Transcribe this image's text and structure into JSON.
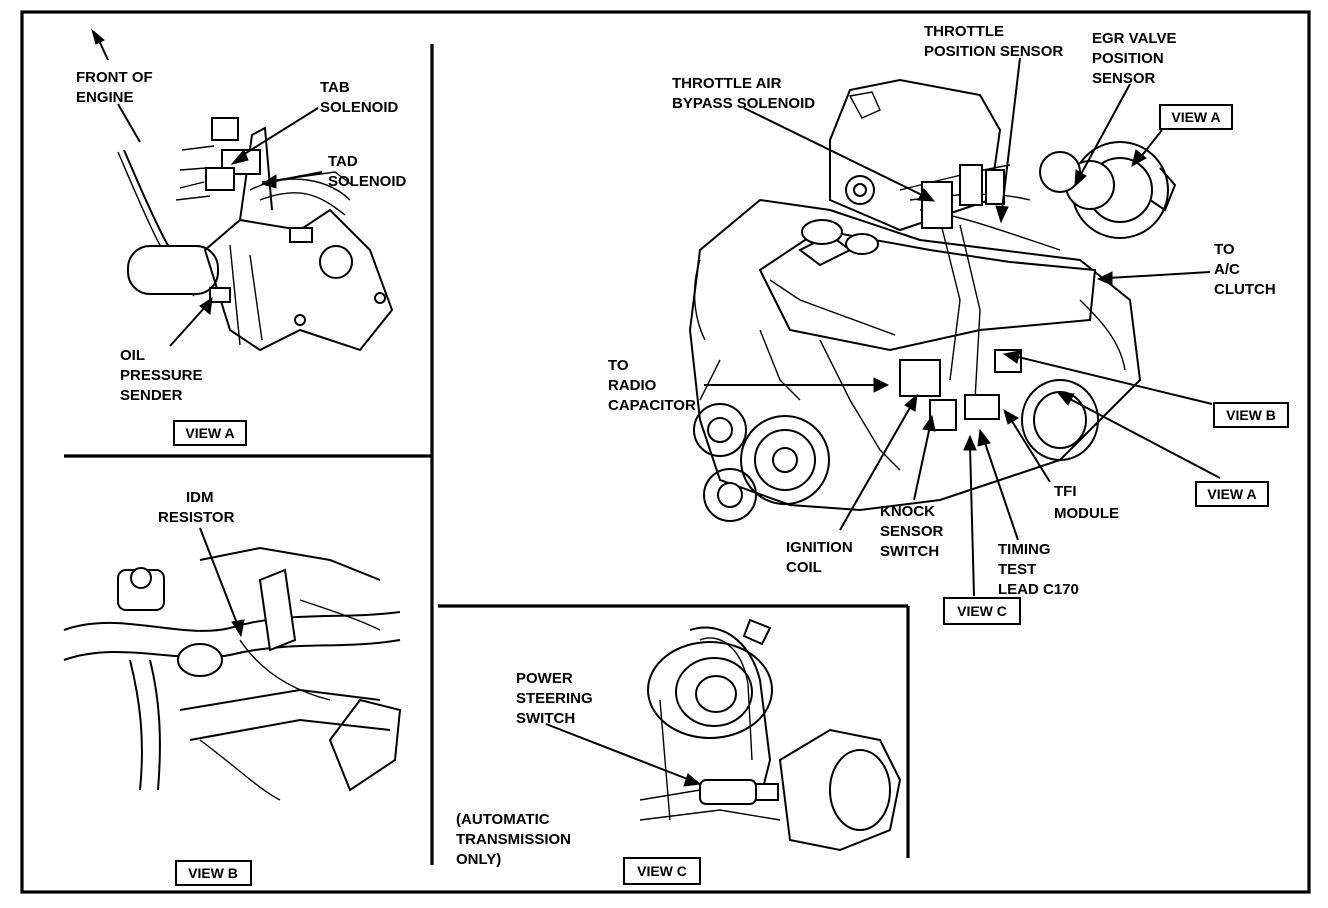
{
  "panels": {
    "view_a": {
      "front_of_engine": [
        "FRONT OF",
        "ENGINE"
      ],
      "tab_solenoid": [
        "TAB",
        "SOLENOID"
      ],
      "tad_solenoid": [
        "TAD",
        "SOLENOID"
      ],
      "oil_pressure_sender": [
        "OIL",
        "PRESSURE",
        "SENDER"
      ],
      "view_box": "VIEW A"
    },
    "view_b": {
      "idm_resistor": [
        "IDM",
        "RESISTOR"
      ],
      "view_box": "VIEW B"
    },
    "view_c": {
      "power_steering_switch": [
        "POWER",
        "STEERING",
        "SWITCH"
      ],
      "automatic_note": [
        "(AUTOMATIC",
        "TRANSMISSION",
        "ONLY)"
      ],
      "view_box": "VIEW C"
    },
    "main": {
      "throttle_position_sensor": [
        "THROTTLE",
        "POSITION SENSOR"
      ],
      "egr_valve_position_sensor": [
        "EGR VALVE",
        "POSITION",
        "SENSOR"
      ],
      "throttle_air_bypass_solenoid": [
        "THROTTLE AIR",
        "BYPASS SOLENOID"
      ],
      "to_ac_clutch": [
        "TO",
        "A/C",
        "CLUTCH"
      ],
      "to_radio_capacitor": [
        "TO",
        "RADIO",
        "CAPACITOR"
      ],
      "tfi_module": [
        "TFI",
        "MODULE"
      ],
      "knock_sensor_switch": [
        "KNOCK",
        "SENSOR",
        "SWITCH"
      ],
      "ignition_coil": [
        "IGNITION",
        "COIL"
      ],
      "timing_test_lead": [
        "TIMING",
        "TEST",
        "LEAD C170"
      ],
      "view_a_box_top": "VIEW A",
      "view_b_box": "VIEW B",
      "view_a_box_right": "VIEW A",
      "view_c_box": "VIEW C"
    }
  }
}
